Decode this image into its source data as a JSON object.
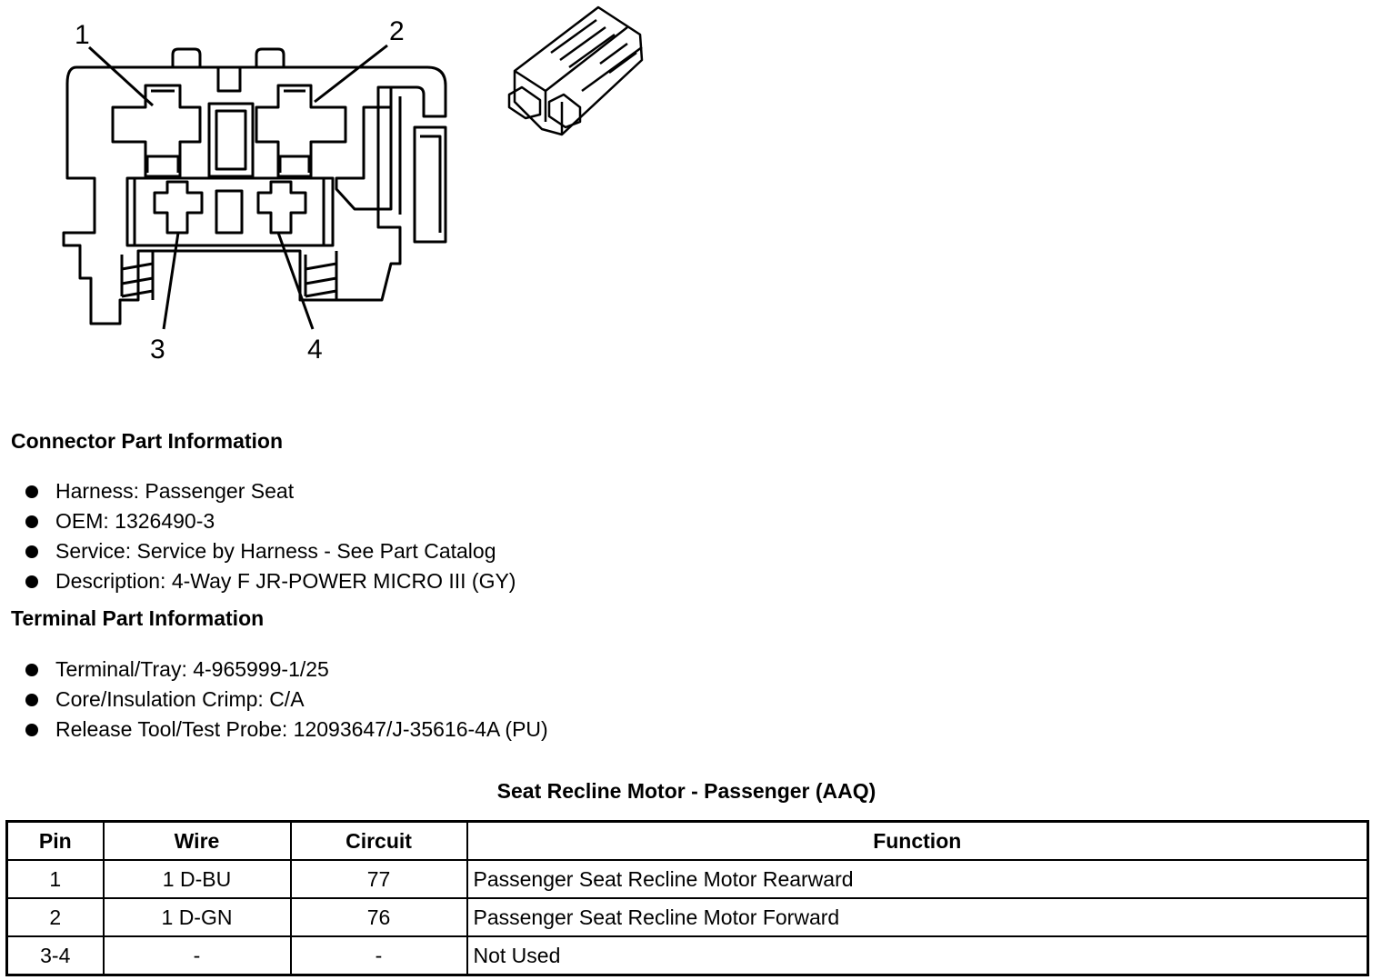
{
  "diagram": {
    "pin_labels": [
      "1",
      "2",
      "3",
      "4"
    ]
  },
  "connector_info": {
    "heading": "Connector Part Information",
    "items": [
      "Harness: Passenger Seat",
      "OEM: 1326490-3",
      "Service: Service by Harness - See Part Catalog",
      "Description: 4-Way F JR-POWER MICRO III (GY)"
    ]
  },
  "terminal_info": {
    "heading": "Terminal Part Information",
    "items": [
      "Terminal/Tray: 4-965999-1/25",
      "Core/Insulation Crimp: C/A",
      "Release Tool/Test Probe: 12093647/J-35616-4A (PU)"
    ]
  },
  "table": {
    "title": "Seat Recline Motor - Passenger (AAQ)",
    "headers": [
      "Pin",
      "Wire",
      "Circuit",
      "Function"
    ],
    "rows": [
      [
        "1",
        "1 D-BU",
        "77",
        "Passenger Seat Recline Motor Rearward"
      ],
      [
        "2",
        "1 D-GN",
        "76",
        "Passenger Seat Recline Motor Forward"
      ],
      [
        "3-4",
        "-",
        "-",
        "Not Used"
      ]
    ]
  }
}
